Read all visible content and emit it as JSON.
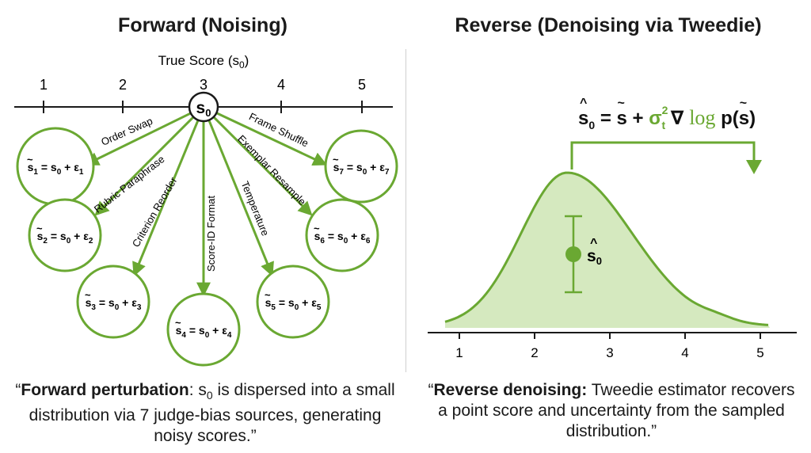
{
  "titles": {
    "left": "Forward (Noising)",
    "right": "Reverse (Denoising via Tweedie)"
  },
  "forward": {
    "axis_label": "True Score (s",
    "axis_label_sub": "0",
    "axis_label_close": ")",
    "ticks": [
      "1",
      "2",
      "3",
      "4",
      "5"
    ],
    "center_label": "s",
    "center_sub": "0",
    "nodes": [
      {
        "idx": "1",
        "edge": "Order Swap"
      },
      {
        "idx": "2",
        "edge": "Rubric Paraphrase"
      },
      {
        "idx": "3",
        "edge": "Criterion Reorder"
      },
      {
        "idx": "4",
        "edge": "Score-ID Format"
      },
      {
        "idx": "5",
        "edge": "Temperature"
      },
      {
        "idx": "6",
        "edge": "Exemplar Resample"
      },
      {
        "idx": "7",
        "edge": "Frame Shuffle"
      }
    ],
    "node_eq_mid": " = s",
    "node_eq_plus": " + ε",
    "node_sub_zero": "0"
  },
  "reverse": {
    "ticks": [
      "1",
      "2",
      "3",
      "4",
      "5"
    ],
    "point_label": "s",
    "point_sub": "0",
    "formula": {
      "lhs": "s",
      "lhs_sub": "0",
      "eq": " = ",
      "tilde_s": "s",
      "plus": " + ",
      "sigma": "σ",
      "sigma_sub": "t",
      "sigma_sup": "2",
      "grad": " ∇ ",
      "log": "log",
      "p_open": " p(",
      "p_close": ")"
    }
  },
  "captions": {
    "left": {
      "q_open": "“",
      "bold": "Forward perturbation",
      "rest_a": ": s",
      "sub": "0",
      "rest_b": " is dispersed into a small distribution via 7 judge-bias sources, generating noisy scores.”"
    },
    "right": {
      "q_open": "“",
      "bold": "Reverse denoising:",
      "rest": " Tweedie estimator recovers a point score and uncertainty from the sampled distribution.”"
    }
  },
  "colors": {
    "green": "#6aa832",
    "green_fill": "#d5e9bf",
    "ink": "#1a1a1a"
  }
}
